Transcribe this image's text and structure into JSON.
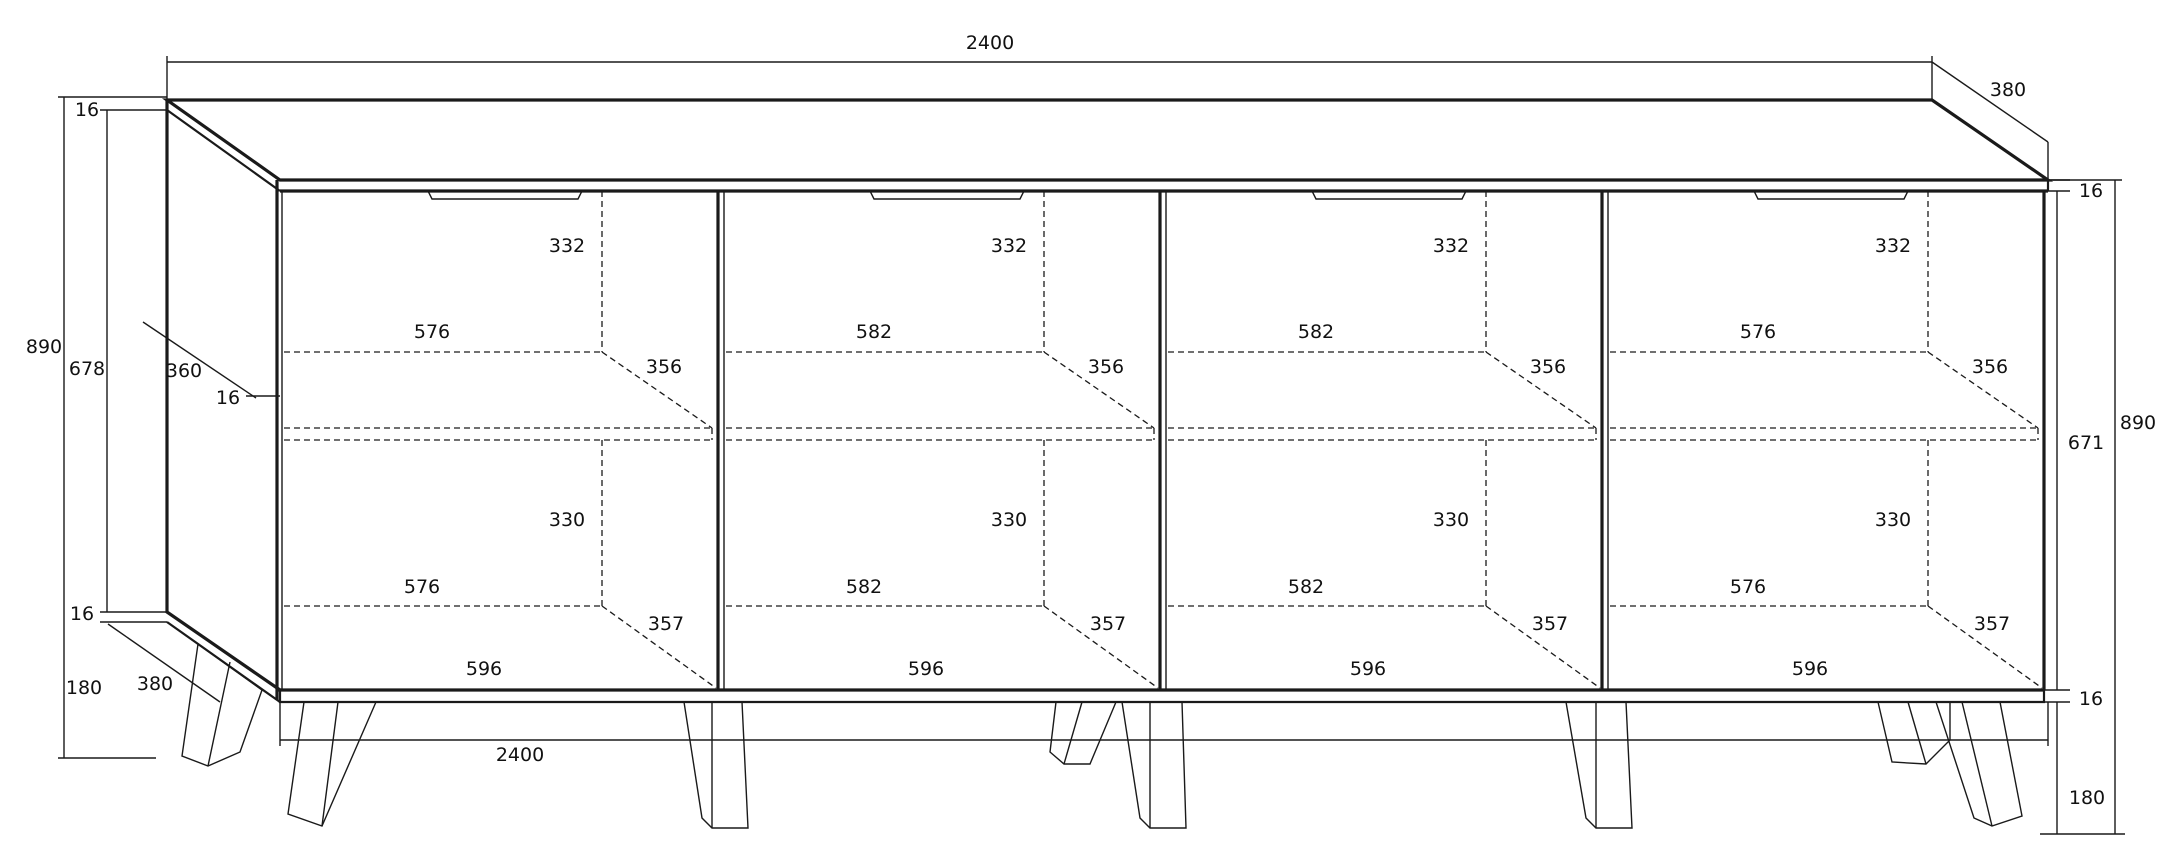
{
  "dimensions": {
    "overall_width_top": "2400",
    "overall_depth": "380",
    "top_thickness_right": "16",
    "total_height_right": "890",
    "interior_height_right": "671",
    "bottom_thickness_right": "16",
    "leg_height_right": "180",
    "total_height_left": "890",
    "side_height_left": "678",
    "top_thickness_left": "16",
    "side_depth_left": "360",
    "shelf_thickness_left": "16",
    "bottom_thickness_left": "16",
    "leg_height_left": "180",
    "leg_depth_left": "380",
    "overall_width_bottom": "2400"
  },
  "compartments": [
    {
      "upper_height": "332",
      "upper_width": "576",
      "upper_depth": "356",
      "lower_height": "330",
      "lower_width": "576",
      "lower_depth": "357",
      "bottom_width": "596"
    },
    {
      "upper_height": "332",
      "upper_width": "582",
      "upper_depth": "356",
      "lower_height": "330",
      "lower_width": "582",
      "lower_depth": "357",
      "bottom_width": "596"
    },
    {
      "upper_height": "332",
      "upper_width": "582",
      "upper_depth": "356",
      "lower_height": "330",
      "lower_width": "582",
      "lower_depth": "357",
      "bottom_width": "596"
    },
    {
      "upper_height": "332",
      "upper_width": "576",
      "upper_depth": "356",
      "lower_height": "330",
      "lower_width": "576",
      "lower_depth": "357",
      "bottom_width": "596"
    }
  ]
}
